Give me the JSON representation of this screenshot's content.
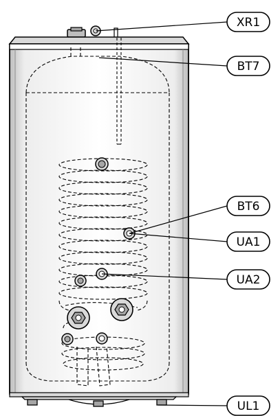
{
  "labels": {
    "xr1": "XR1",
    "bt7": "BT7",
    "bt6": "BT6",
    "ua1": "UA1",
    "ua2": "UA2",
    "ul1": "UL1"
  },
  "colors": {
    "stroke": "#000000",
    "background": "#ffffff",
    "light_gray": "#d9d9d9",
    "mid_gray": "#a6a6a6"
  }
}
